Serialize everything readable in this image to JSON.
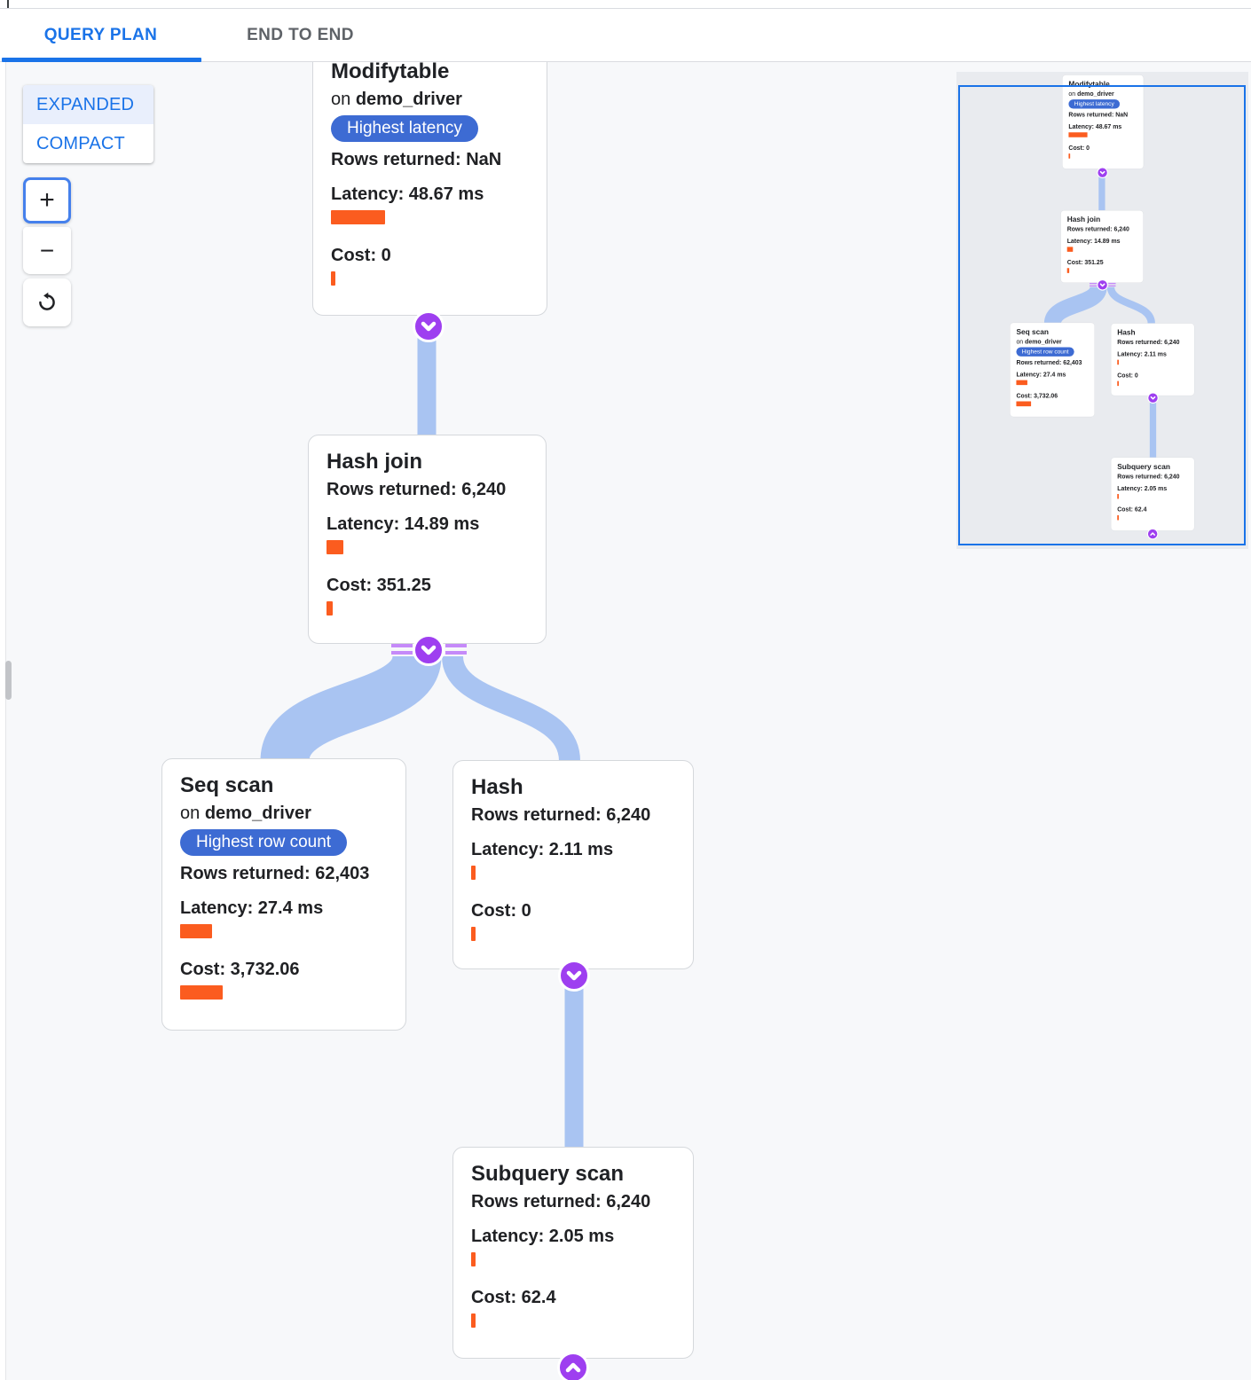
{
  "header": {
    "tabs": [
      {
        "label": "QUERY PLAN",
        "active": true
      },
      {
        "label": "END TO END",
        "active": false
      }
    ]
  },
  "controls": {
    "view_modes": [
      {
        "label": "EXPANDED",
        "selected": true
      },
      {
        "label": "COMPACT",
        "selected": false
      }
    ],
    "zoom_in": "+",
    "zoom_out": "−",
    "reset_icon": "reset-view-icon"
  },
  "labels": {
    "on": "on"
  },
  "nodes": [
    {
      "title": "Modifytable",
      "table": "demo_driver",
      "badge": "Highest latency",
      "rows": "Rows returned: NaN",
      "latency": "Latency: 48.67 ms",
      "cost": "Cost: 0",
      "latency_bar": "width:61px",
      "cost_bar": "width:5px"
    },
    {
      "title": "Hash join",
      "rows": "Rows returned: 6,240",
      "latency": "Latency: 14.89 ms",
      "cost": "Cost: 351.25",
      "latency_bar": "width:19px",
      "cost_bar": "width:7px"
    },
    {
      "title": "Seq scan",
      "table": "demo_driver",
      "badge": "Highest row count",
      "rows": "Rows returned: 62,403",
      "latency": "Latency: 27.4 ms",
      "cost": "Cost: 3,732.06",
      "latency_bar": "width:36px",
      "cost_bar": "width:48px"
    },
    {
      "title": "Hash",
      "rows": "Rows returned: 6,240",
      "latency": "Latency: 2.11 ms",
      "cost": "Cost: 0",
      "latency_bar": "width:5px",
      "cost_bar": "width:5px"
    },
    {
      "title": "Subquery scan",
      "rows": "Rows returned: 6,240",
      "latency": "Latency: 2.05 ms",
      "cost": "Cost: 62.4",
      "latency_bar": "width:5px",
      "cost_bar": "width:5px"
    }
  ],
  "edges": [
    {
      "from": "Modifytable",
      "to": "Hash join"
    },
    {
      "from": "Hash join",
      "to": "Seq scan"
    },
    {
      "from": "Hash join",
      "to": "Hash"
    },
    {
      "from": "Hash",
      "to": "Subquery scan"
    }
  ],
  "colors": {
    "accent_blue": "#1a73e8",
    "badge_blue": "#3d6bd3",
    "bar_orange": "#fb5c1f",
    "edge_blue": "#a9c4f2",
    "chevron_purple": "#9e3ff0",
    "chevron_lines": "#c58af9",
    "minimap_viewport_border": "#1a73e8",
    "card_border": "#d5d8dc"
  }
}
